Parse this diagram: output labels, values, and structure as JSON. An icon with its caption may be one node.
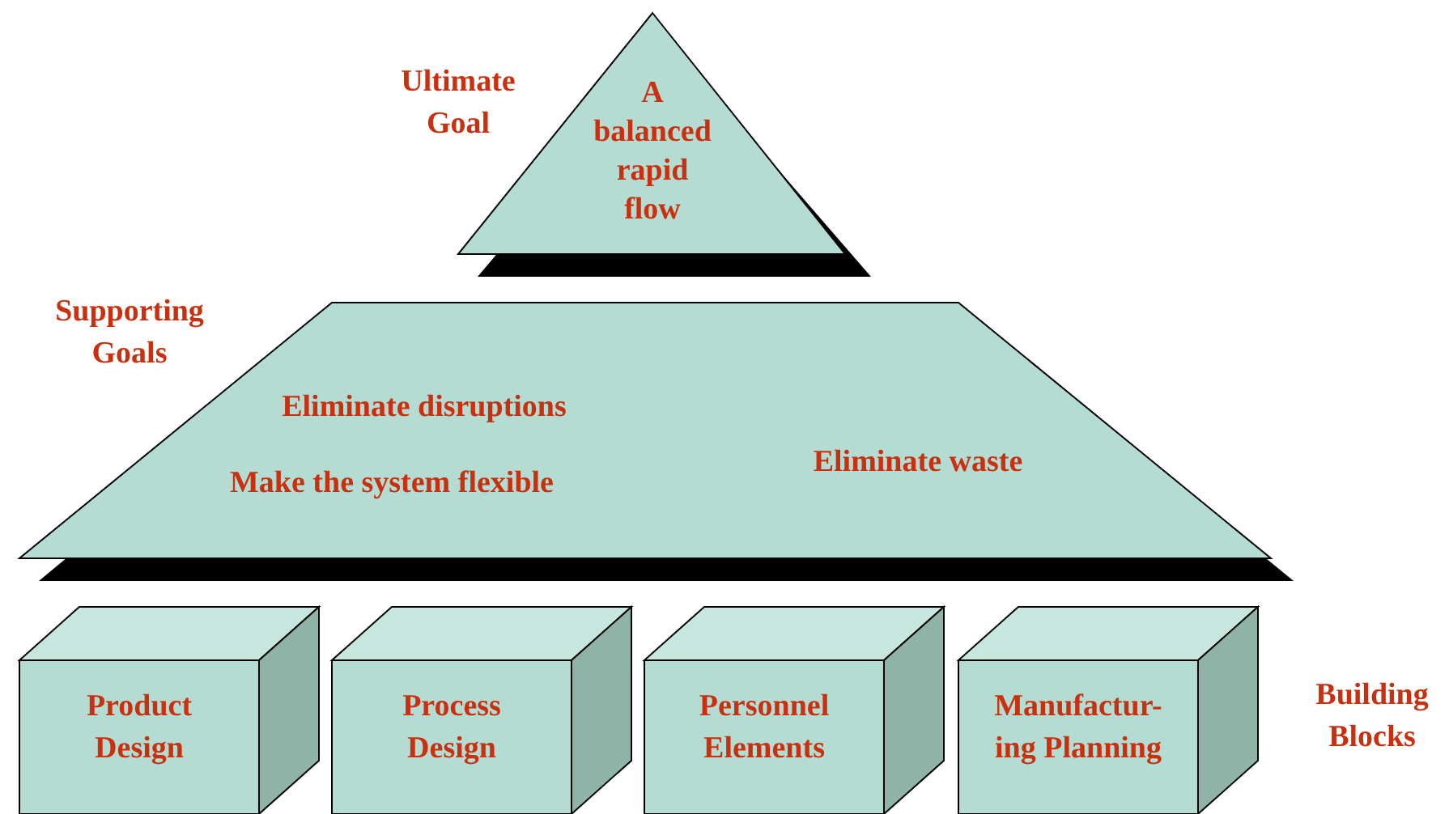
{
  "diagram": {
    "nodes": [
      {
        "text": [
          "A balanced rapid flow"
        ]
      },
      {
        "text": [
          "Eliminate disruptions",
          "Make the system flexible",
          "Eliminate waste"
        ]
      },
      {
        "text": [
          "Product Design"
        ]
      },
      {
        "text": [
          "Process Design"
        ]
      },
      {
        "text": [
          "Personnel Elements"
        ]
      },
      {
        "text": [
          "Manufactur- ing Planning"
        ]
      }
    ],
    "labels": [
      "Ultimate Goal",
      "Supporting Goals",
      "Building Blocks"
    ]
  }
}
